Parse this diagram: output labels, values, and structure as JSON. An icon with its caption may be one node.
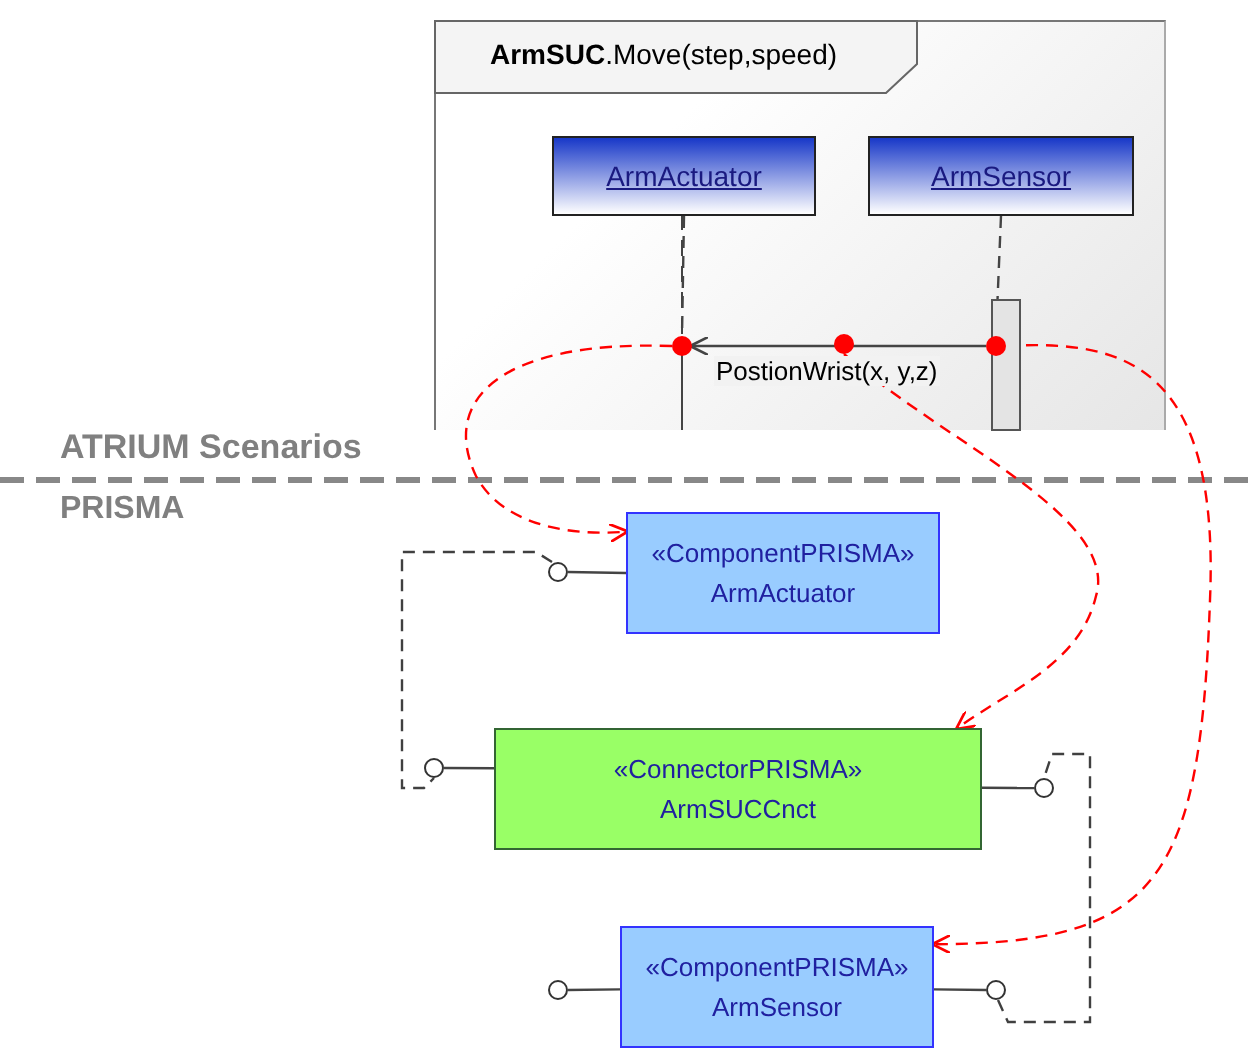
{
  "diagram": {
    "nodes": [
      {
        "text": [
          "**ArmSUC**.Move(step,speed)"
        ]
      },
      {
        "text": [
          "ArmActuator"
        ],
        "in": 0
      },
      {
        "text": [
          "ArmSensor"
        ],
        "in": 0
      },
      {
        "text": [],
        "shape": "circle",
        "in": 0
      },
      {
        "text": [],
        "shape": "circle",
        "in": 0
      },
      {
        "text": [],
        "shape": "circle",
        "in": 0
      },
      {
        "text": [
          "«ComponentPRISMA»",
          "ArmActuator"
        ]
      },
      {
        "text": [
          "«ConnectorPRISMA»",
          "ArmSUCCnct"
        ]
      },
      {
        "text": [
          "«ComponentPRISMA»",
          "ArmSensor"
        ]
      },
      {
        "text": [],
        "shape": "circle"
      },
      {
        "text": [],
        "shape": "circle"
      },
      {
        "text": [],
        "shape": "circle"
      },
      {
        "text": [],
        "shape": "circle"
      },
      {
        "text": [],
        "shape": "circle"
      }
    ],
    "edges": [
      {
        "from": 5,
        "to": 3,
        "arrow": "to",
        "label": "PostionWrist(x, y,z)"
      },
      {
        "from": 3,
        "to": 6,
        "arrow": "to",
        "style": "dashed",
        "color": "#ff0000"
      },
      {
        "from": 4,
        "to": 7,
        "arrow": "to",
        "style": "dashed",
        "color": "#ff0000"
      },
      {
        "from": 5,
        "to": 8,
        "arrow": "to",
        "style": "dashed",
        "color": "#ff0000"
      },
      {
        "from": 6,
        "to": 9,
        "arrow": "none"
      },
      {
        "from": 7,
        "to": 10,
        "arrow": "none"
      },
      {
        "from": 7,
        "to": 11,
        "arrow": "none"
      },
      {
        "from": 8,
        "to": 12,
        "arrow": "none"
      },
      {
        "from": 8,
        "to": 13,
        "arrow": "none"
      },
      {
        "from": 9,
        "to": 10,
        "arrow": "none",
        "style": "dashed",
        "color": "#404040"
      },
      {
        "from": 13,
        "to": 11,
        "arrow": "none",
        "style": "dashed",
        "color": "#404040"
      },
      {
        "from": 1,
        "to": 3,
        "arrow": "none",
        "style": "dashed"
      },
      {
        "from": 2,
        "to": 5,
        "arrow": "none",
        "style": "dashed"
      }
    ],
    "labels": [
      "ATRIUM Scenarios",
      "PRISMA"
    ]
  }
}
